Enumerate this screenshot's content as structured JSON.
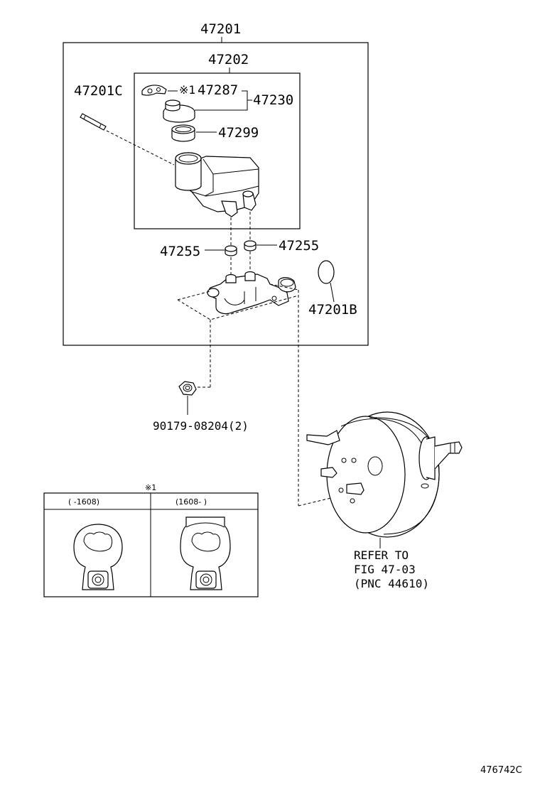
{
  "callouts": {
    "assembly": "47201",
    "reservoir_assembly": "47202",
    "pin": "47201C",
    "note_marker": "※1",
    "cap_strainer": "47287",
    "cap_group": "47230",
    "strainer": "47299",
    "grommet_left": "47255",
    "grommet_right": "47255",
    "seal": "47201B",
    "nut": "90179-08204(2)"
  },
  "booster_note": {
    "line1": "REFER TO",
    "line2": "FIG 47-03",
    "line3": "(PNC 44610)"
  },
  "inset": {
    "marker": "※1",
    "col1_header": "(    -1608)",
    "col2_header": "(1608-     )"
  },
  "footer": {
    "figure_id": "476742C"
  }
}
